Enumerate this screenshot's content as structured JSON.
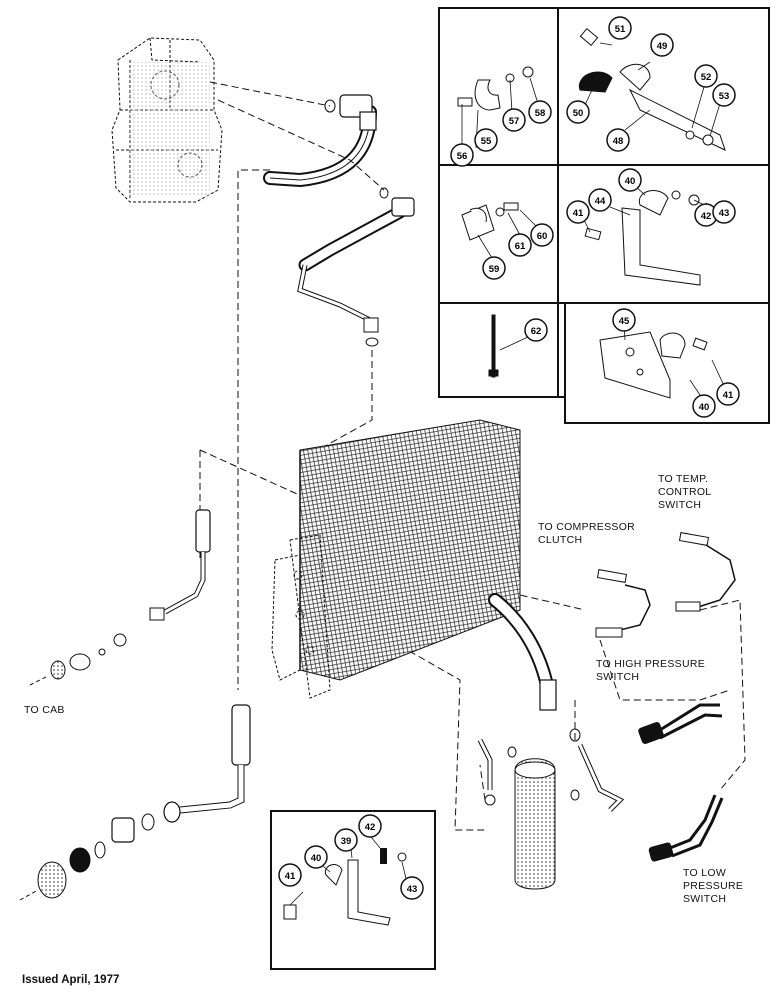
{
  "callouts": {
    "c39": "39",
    "c40a": "40",
    "c40b": "40",
    "c40c": "40",
    "c41a": "41",
    "c41b": "41",
    "c41c": "41",
    "c42a": "42",
    "c42b": "42",
    "c43a": "43",
    "c43b": "43",
    "c44": "44",
    "c45": "45",
    "c48": "48",
    "c49": "49",
    "c50": "50",
    "c51": "51",
    "c52": "52",
    "c53": "53",
    "c55": "55",
    "c56": "56",
    "c57": "57",
    "c58": "58",
    "c59": "59",
    "c60": "60",
    "c61": "61",
    "c62": "62"
  },
  "labels": {
    "to_cab": "TO CAB",
    "to_temp_control_switch_1": "TO TEMP.",
    "to_temp_control_switch_2": "CONTROL",
    "to_temp_control_switch_3": "SWITCH",
    "to_compressor_clutch_1": "TO COMPRESSOR",
    "to_compressor_clutch_2": "CLUTCH",
    "to_high_pressure_switch_1": "TO HIGH PRESSURE",
    "to_high_pressure_switch_2": "SWITCH",
    "to_low_pressure_switch_1": "TO LOW",
    "to_low_pressure_switch_2": "PRESSURE",
    "to_low_pressure_switch_3": "SWITCH"
  },
  "footer": "Issued April, 1977"
}
